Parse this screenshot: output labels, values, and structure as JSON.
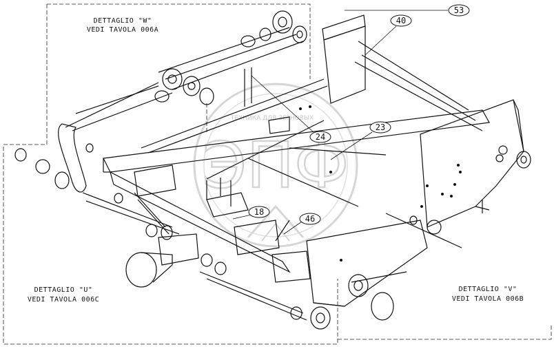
{
  "details": {
    "w": {
      "line1": "DETTAGLIO \"W\"",
      "line2": "VEDI TAVOLA 006A"
    },
    "u": {
      "line1": "DETTAGLIO \"U\"",
      "line2": "VEDI TAVOLA 006C"
    },
    "v": {
      "line1": "DETTAGLIO \"V\"",
      "line2": "VEDI TAVOLA 006B"
    }
  },
  "callouts": [
    "53",
    "40",
    "23",
    "24",
    "18",
    "46"
  ],
  "watermark": {
    "mark": "ЭПФ",
    "line": "ТЕХНИКА ДЛЯ ЗЕРНОВЫХ"
  },
  "colors": {
    "line": "#111111",
    "watermark": "#cfcfcf",
    "background": "#ffffff"
  }
}
